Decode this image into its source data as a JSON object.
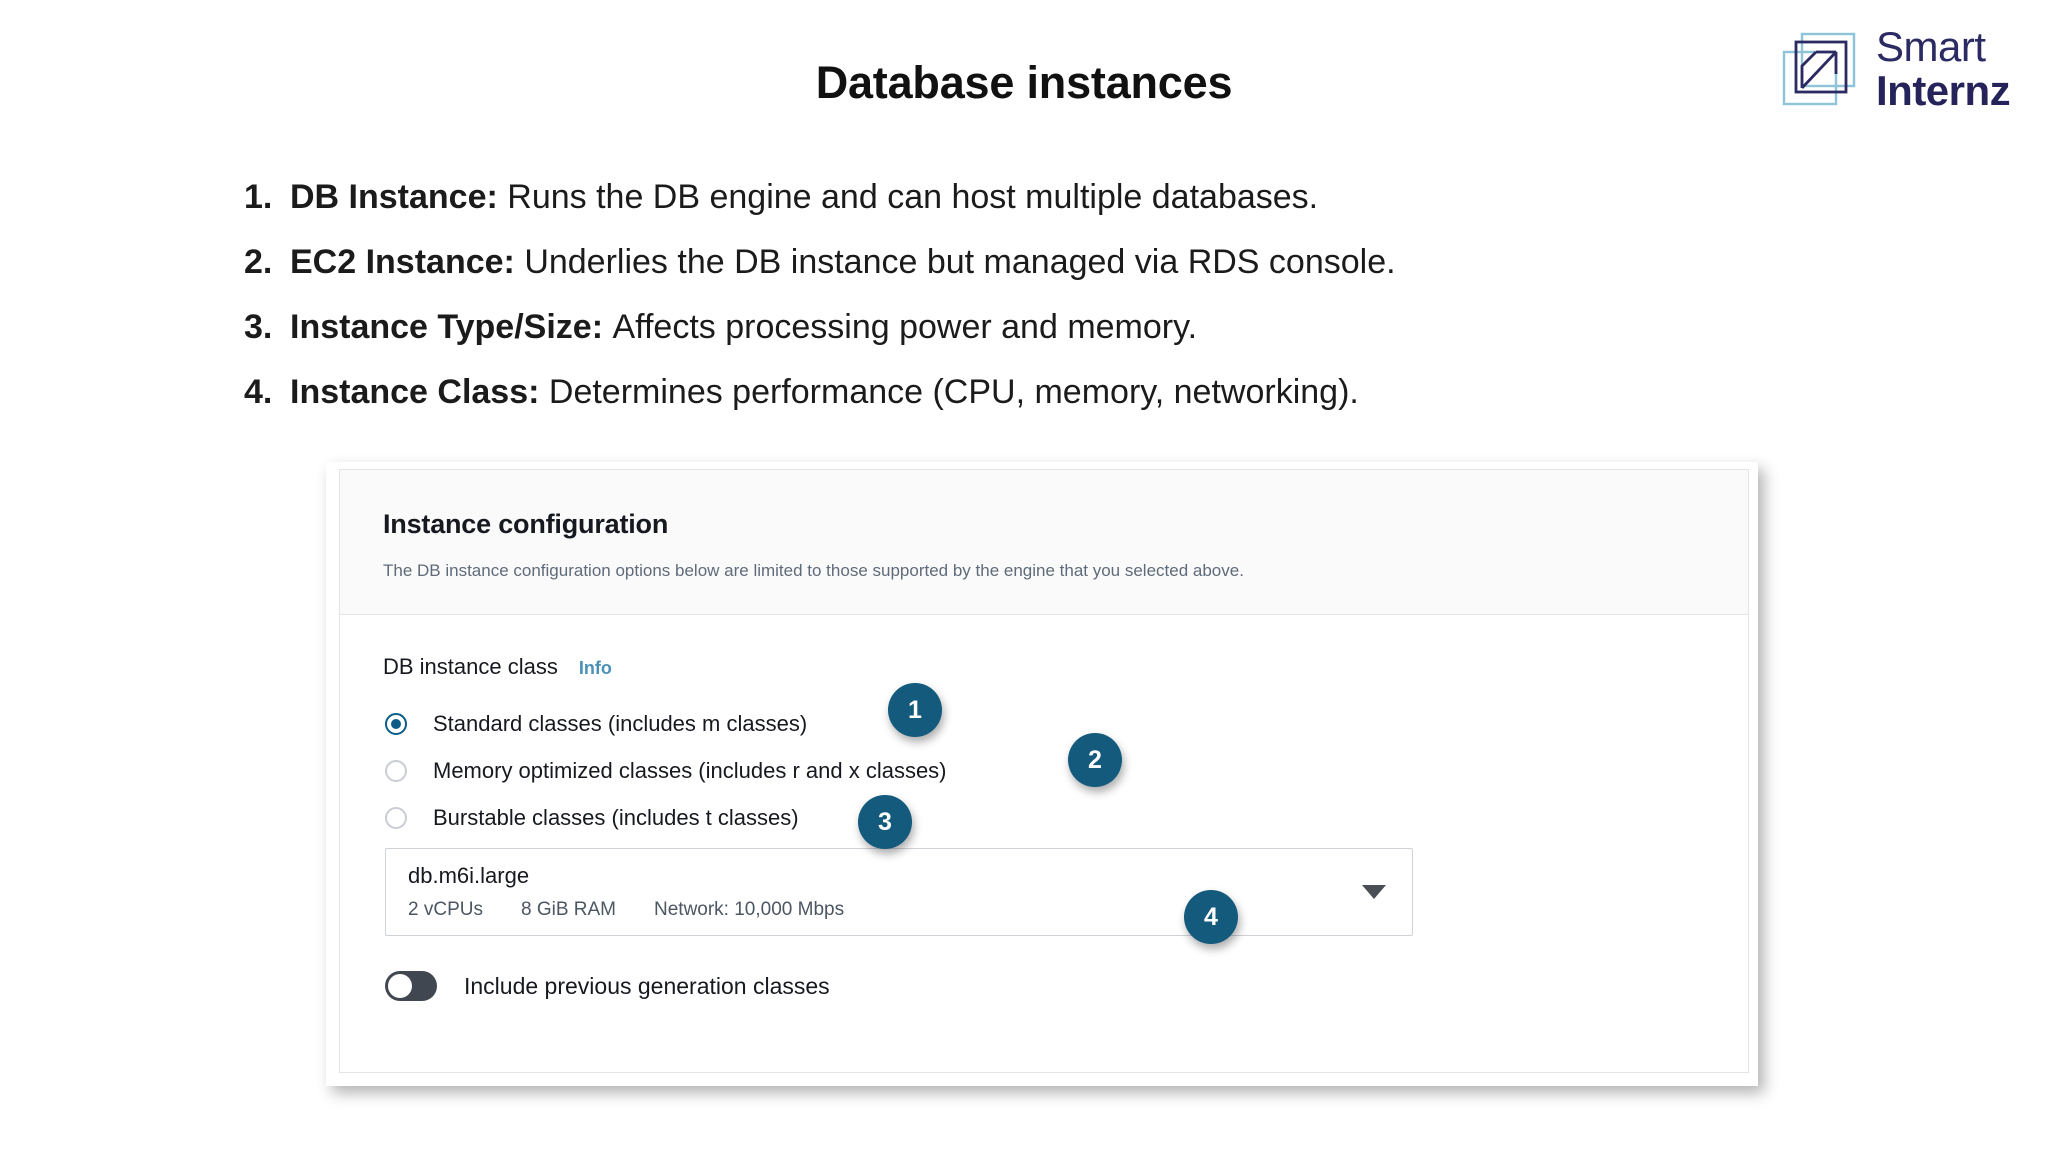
{
  "brand": {
    "line1": "Smart",
    "line2": "Internz",
    "mark_name": "smart-internz-arrow-logo",
    "color_dark": "#2b2a63",
    "color_light": "#8fc4d8"
  },
  "slide": {
    "title": "Database instances"
  },
  "bullets": [
    {
      "num": "1.",
      "term": "DB Instance: ",
      "desc": "Runs the DB engine and can host multiple databases."
    },
    {
      "num": "2.",
      "term": "EC2 Instance: ",
      "desc": "Underlies the DB instance but managed via RDS console."
    },
    {
      "num": "3.",
      "term": "Instance Type/Size: ",
      "desc": "Affects processing power and memory."
    },
    {
      "num": "4.",
      "term": "Instance Class: ",
      "desc": "Determines performance (CPU, memory, networking)."
    }
  ],
  "console": {
    "header": {
      "title": "Instance configuration",
      "subtitle": "The DB instance configuration options below are limited to those supported by the engine that you selected above."
    },
    "db_instance_class": {
      "label": "DB instance class",
      "info_link": "Info",
      "options": [
        {
          "label": "Standard classes (includes m classes)",
          "selected": true
        },
        {
          "label": "Memory optimized classes (includes r and x classes)",
          "selected": false
        },
        {
          "label": "Burstable classes (includes t classes)",
          "selected": false
        }
      ]
    },
    "instance_select": {
      "value": "db.m6i.large",
      "vcpus": "2 vCPUs",
      "ram": "8 GiB RAM",
      "network": "Network: 10,000 Mbps",
      "chevron": "chevron-down-icon"
    },
    "previous_generation_toggle": {
      "label": "Include previous generation classes",
      "state": "off"
    }
  },
  "callouts": [
    {
      "number": "1"
    },
    {
      "number": "2"
    },
    {
      "number": "3"
    },
    {
      "number": "4"
    }
  ],
  "colors": {
    "badge": "#145a7c",
    "accent_info": "#4a90b8",
    "radio_selected": "#0b5c87"
  }
}
